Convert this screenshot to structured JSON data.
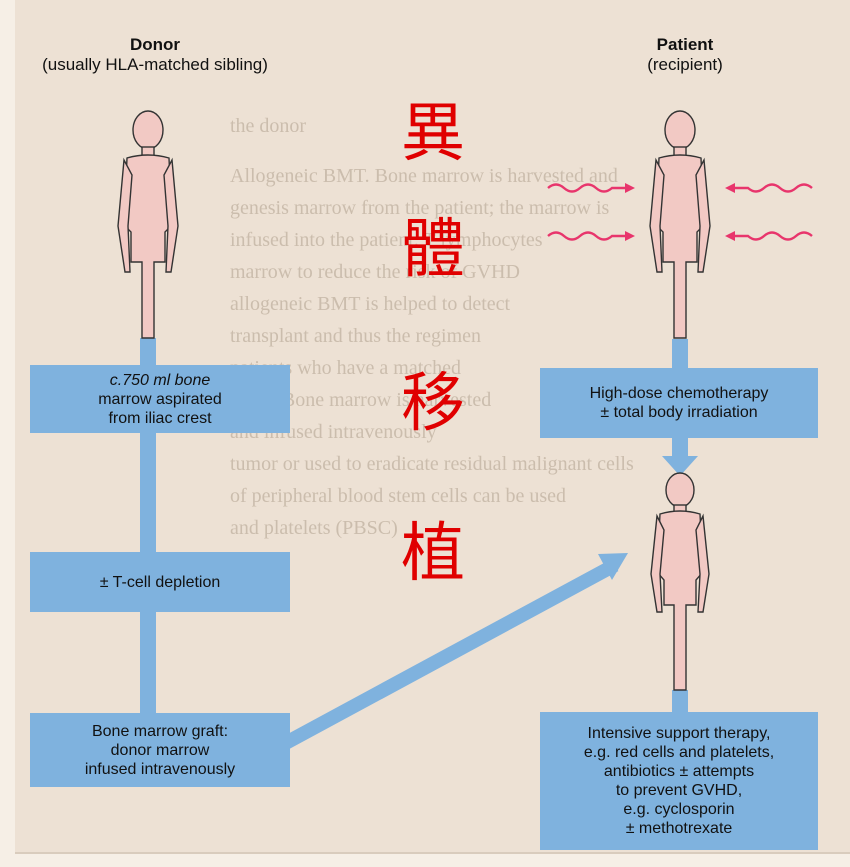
{
  "donor": {
    "title": "Donor",
    "subtitle": "(usually HLA-matched sibling)",
    "step1": [
      "c.750 ml bone",
      "marrow aspirated",
      "from iliac crest"
    ],
    "step2": "± T-cell depletion",
    "step3": [
      "Bone marrow graft:",
      "donor marrow",
      "infused intravenously"
    ]
  },
  "patient": {
    "title": "Patient",
    "subtitle": "(recipient)",
    "step1": [
      "High-dose chemotherapy",
      "± total body irradiation"
    ],
    "step2": [
      "Intensive support therapy,",
      "e.g. red cells and platelets,",
      "antibiotics ± attempts",
      "to prevent GVHD,",
      "e.g. cyclosporin",
      "± methotrexate"
    ]
  },
  "caption_chars": [
    "異",
    "體",
    "移",
    "植"
  ],
  "colors": {
    "box": "#7fb2de",
    "figure": "#f2c9c4",
    "caption": "#e00000",
    "radiation": "#e8356c"
  }
}
